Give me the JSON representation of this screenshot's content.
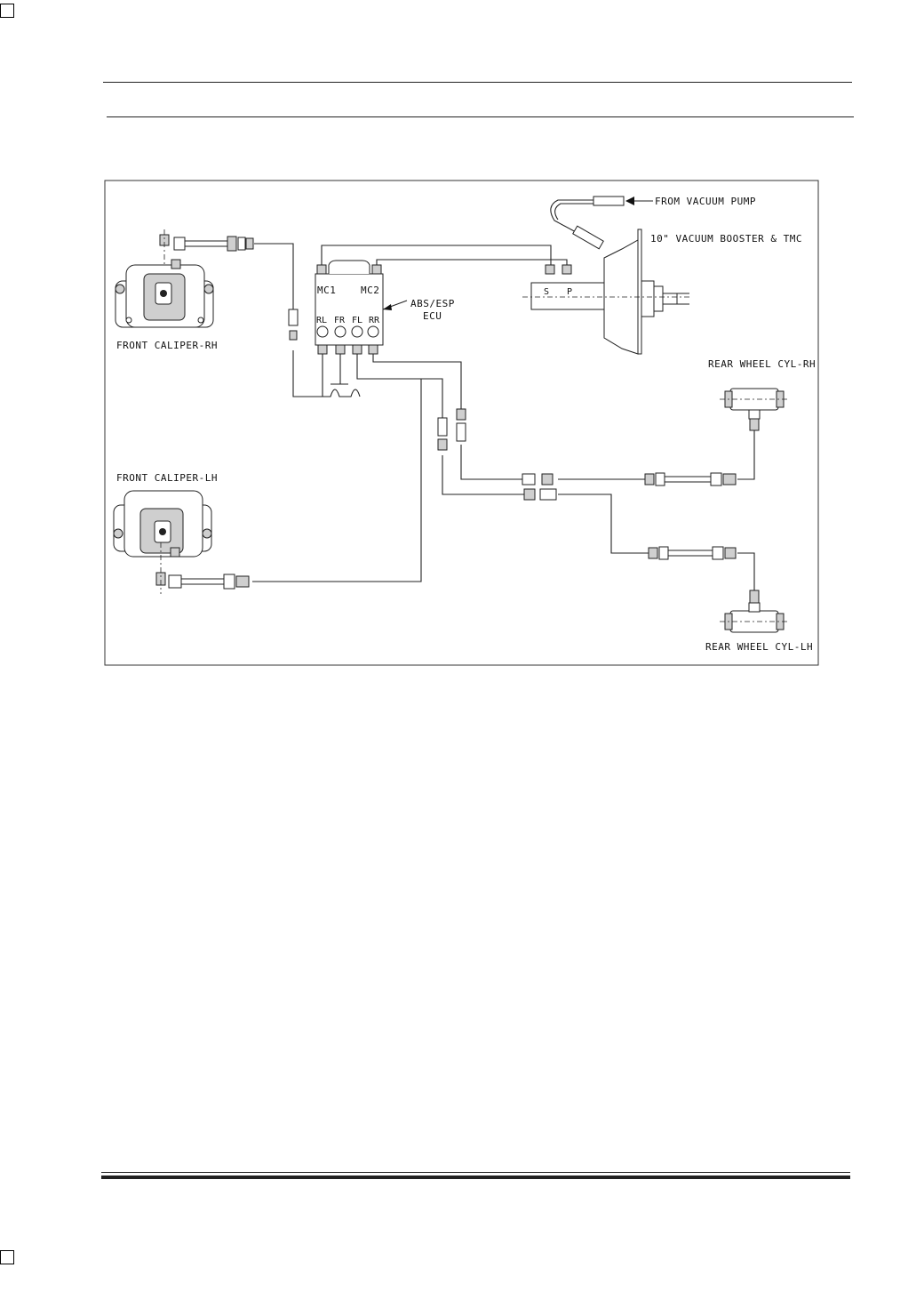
{
  "labels": {
    "vacuum_pump": "FROM VACUUM PUMP",
    "booster": "10\" VACUUM BOOSTER & TMC",
    "abs_ecu_line1": "ABS/ESP",
    "abs_ecu_line2": "ECU",
    "mc1": "MC1",
    "mc2": "MC2",
    "port_rl": "RL",
    "port_fr": "FR",
    "port_fl": "FL",
    "port_rr": "RR",
    "port_s": "S",
    "port_p": "P",
    "front_caliper_rh": "FRONT CALIPER-RH",
    "front_caliper_lh": "FRONT CALIPER-LH",
    "rear_wheel_cyl_rh": "REAR WHEEL CYL-RH",
    "rear_wheel_cyl_lh": "REAR WHEEL CYL-LH"
  }
}
